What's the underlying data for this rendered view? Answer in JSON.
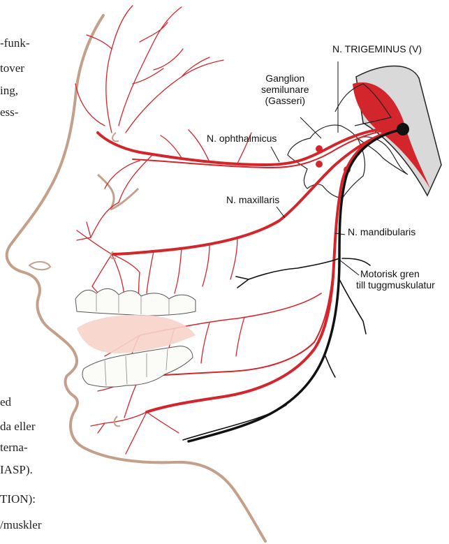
{
  "body_text_fragments": {
    "line1": "-funk-",
    "line2": "tover",
    "line3": "ing,",
    "line4": "ess-",
    "line5": "ed",
    "line6": "da eller",
    "line7": "terna-",
    "line8": "IASP).",
    "line9": "TION):",
    "line10": "/muskler"
  },
  "labels": {
    "trigeminus": "N. TRIGEMINUS (V)",
    "ganglion_line1": "Ganglion",
    "ganglion_line2": "semilunare",
    "ganglion_line3": "(Gasseri)",
    "ophthalmicus": "N. ophthalmicus",
    "maxillaris": "N. maxillaris",
    "mandibularis": "N. mandibularis",
    "motor_line1": "Motorisk gren",
    "motor_line2": "till tuggmuskulatur"
  },
  "colors": {
    "nerve_red": "#d3262c",
    "skin_outline": "#c4a08a",
    "motor_black": "#111111",
    "gum_pink": "#f6d3c9",
    "brainstem_gray": "#d9d9d9"
  }
}
